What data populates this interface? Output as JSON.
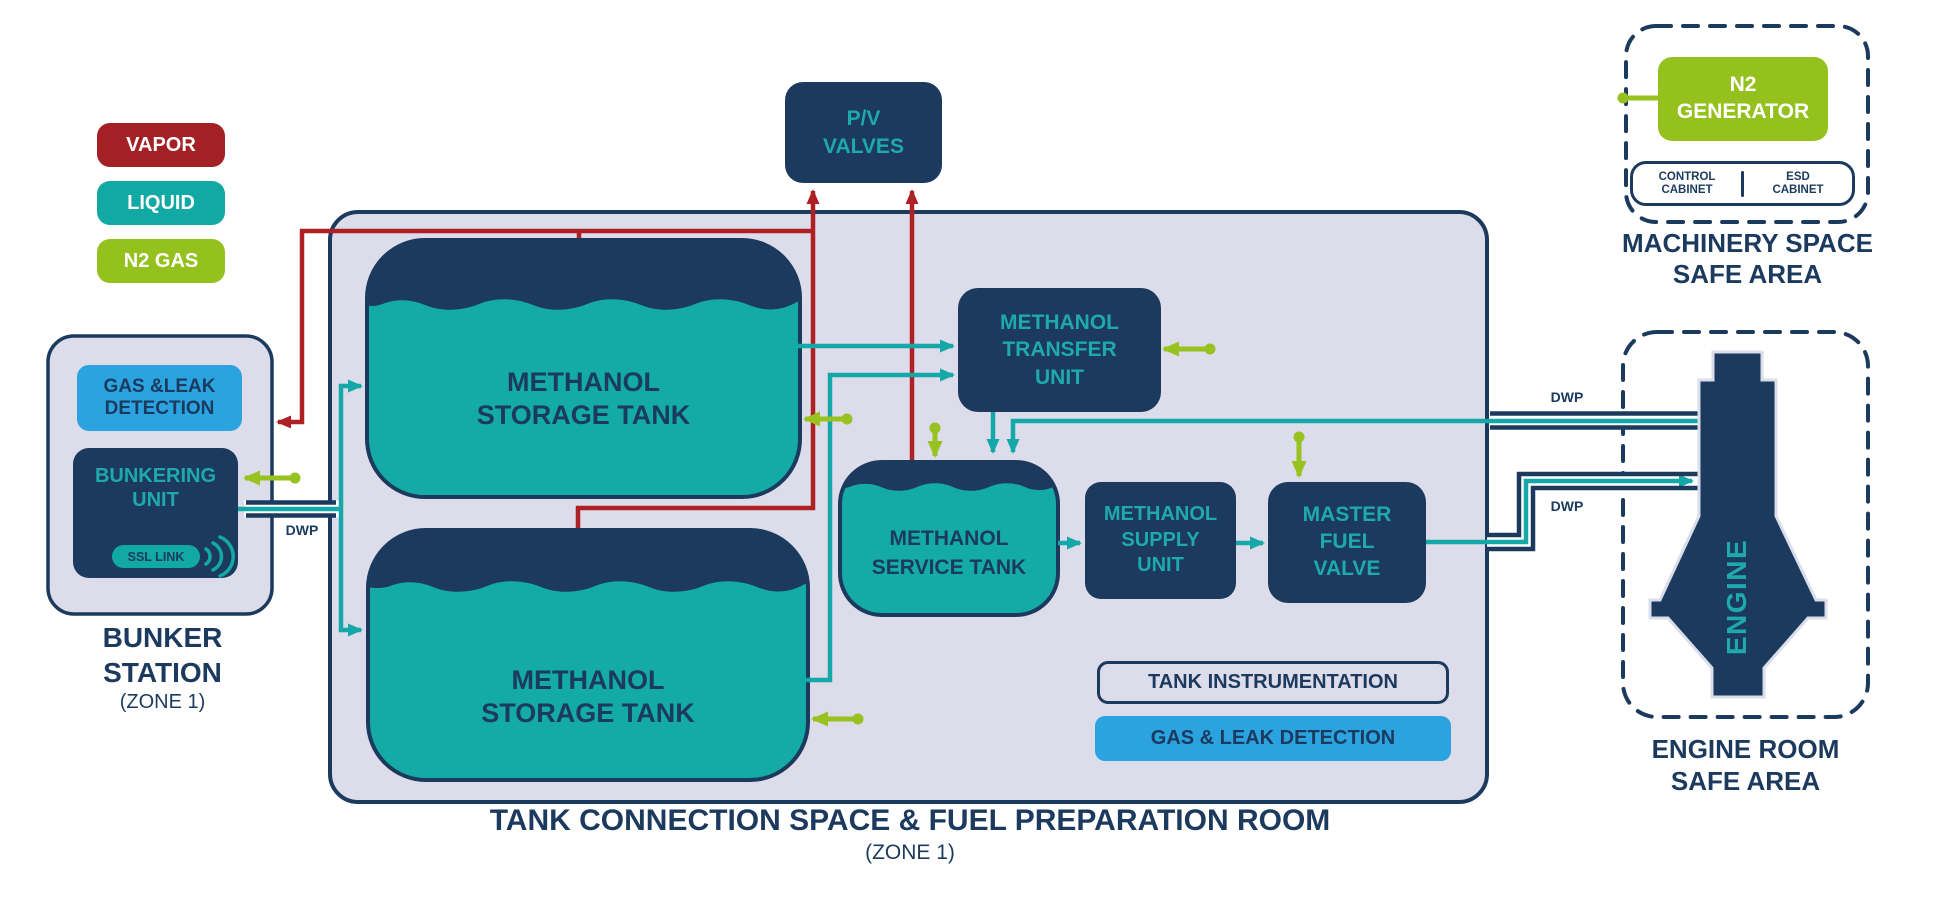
{
  "legend": {
    "items": [
      {
        "label": "VAPOR",
        "color": "#A32125"
      },
      {
        "label": "LIQUID",
        "color": "#12A8A4"
      },
      {
        "label": "N2 GAS",
        "color": "#95C11F"
      }
    ]
  },
  "bunker": {
    "gas_leak": [
      "GAS &LEAK",
      "DETECTION"
    ],
    "unit": [
      "BUNKERING",
      "UNIT"
    ],
    "ssl": "SSL LINK",
    "title": [
      "BUNKER",
      "STATION"
    ],
    "zone": "(ZONE 1)"
  },
  "room": {
    "title": "TANK CONNECTION SPACE & FUEL PREPARATION ROOM",
    "zone": "(ZONE 1)",
    "pv": [
      "P/V",
      "VALVES"
    ],
    "storage_tank": [
      "METHANOL",
      "STORAGE TANK"
    ],
    "service_tank": [
      "METHANOL",
      "SERVICE TANK"
    ],
    "transfer": [
      "METHANOL",
      "TRANSFER",
      "UNIT"
    ],
    "supply": [
      "METHANOL",
      "SUPPLY",
      "UNIT"
    ],
    "mfv": [
      "MASTER",
      "FUEL",
      "VALVE"
    ],
    "instrumentation": "TANK INSTRUMENTATION",
    "gas_leak": "GAS & LEAK DETECTION"
  },
  "machinery": {
    "n2gen": [
      "N2",
      "GENERATOR"
    ],
    "control": [
      "CONTROL",
      "CABINET"
    ],
    "esd": [
      "ESD",
      "CABINET"
    ],
    "title": [
      "MACHINERY SPACE",
      "SAFE AREA"
    ]
  },
  "engine_room": {
    "engine": "ENGINE",
    "title": [
      "ENGINE ROOM",
      "SAFE AREA"
    ]
  },
  "pipes": {
    "dwp_bunker": "DWP",
    "dwp_return": "DWP",
    "dwp_supply": "DWP"
  },
  "colors": {
    "navy": "#1B3A5E",
    "teal_fill": "#13ABA4",
    "teal_text": "#1FA9AD",
    "vapor_red": "#AF2024",
    "n2_green": "#97C21F",
    "detection_blue": "#2AA3E0",
    "zone_fill": "#DCDCEA",
    "background": "#FFFFFF"
  }
}
